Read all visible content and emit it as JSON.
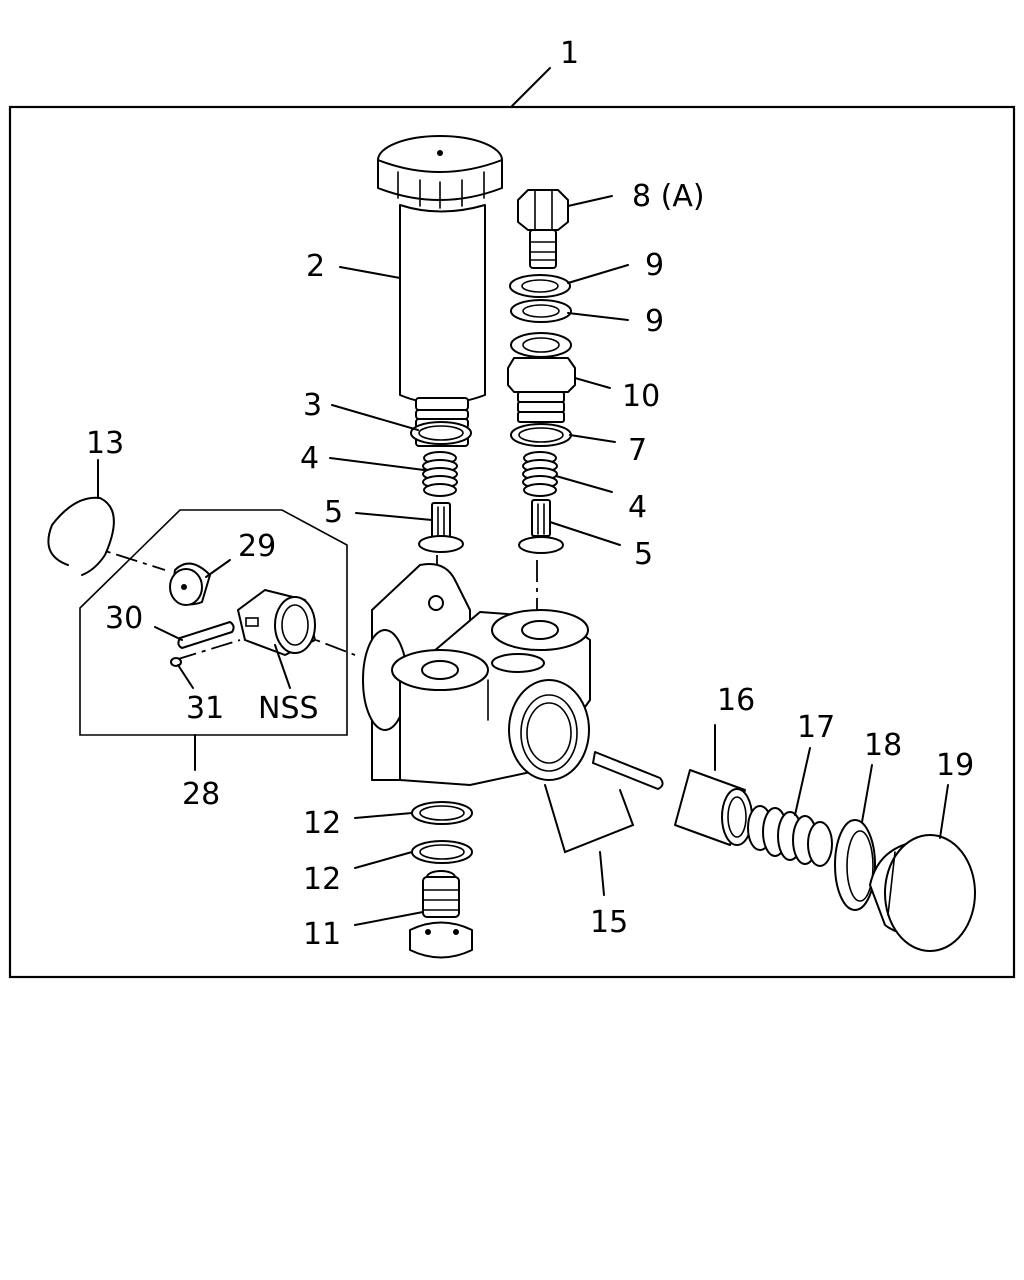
{
  "diagram": {
    "labels": {
      "l1": "1",
      "l2": "2",
      "l3": "3",
      "l4a": "4",
      "l4b": "4",
      "l5a": "5",
      "l5b": "5",
      "l7": "7",
      "l8": "8 (A)",
      "l9a": "9",
      "l9b": "9",
      "l10": "10",
      "l11": "11",
      "l12a": "12",
      "l12b": "12",
      "l13": "13",
      "l15": "15",
      "l16": "16",
      "l17": "17",
      "l18": "18",
      "l19": "19",
      "l28": "28",
      "l29": "29",
      "l30": "30",
      "l31": "31",
      "lnss": "NSS"
    }
  }
}
